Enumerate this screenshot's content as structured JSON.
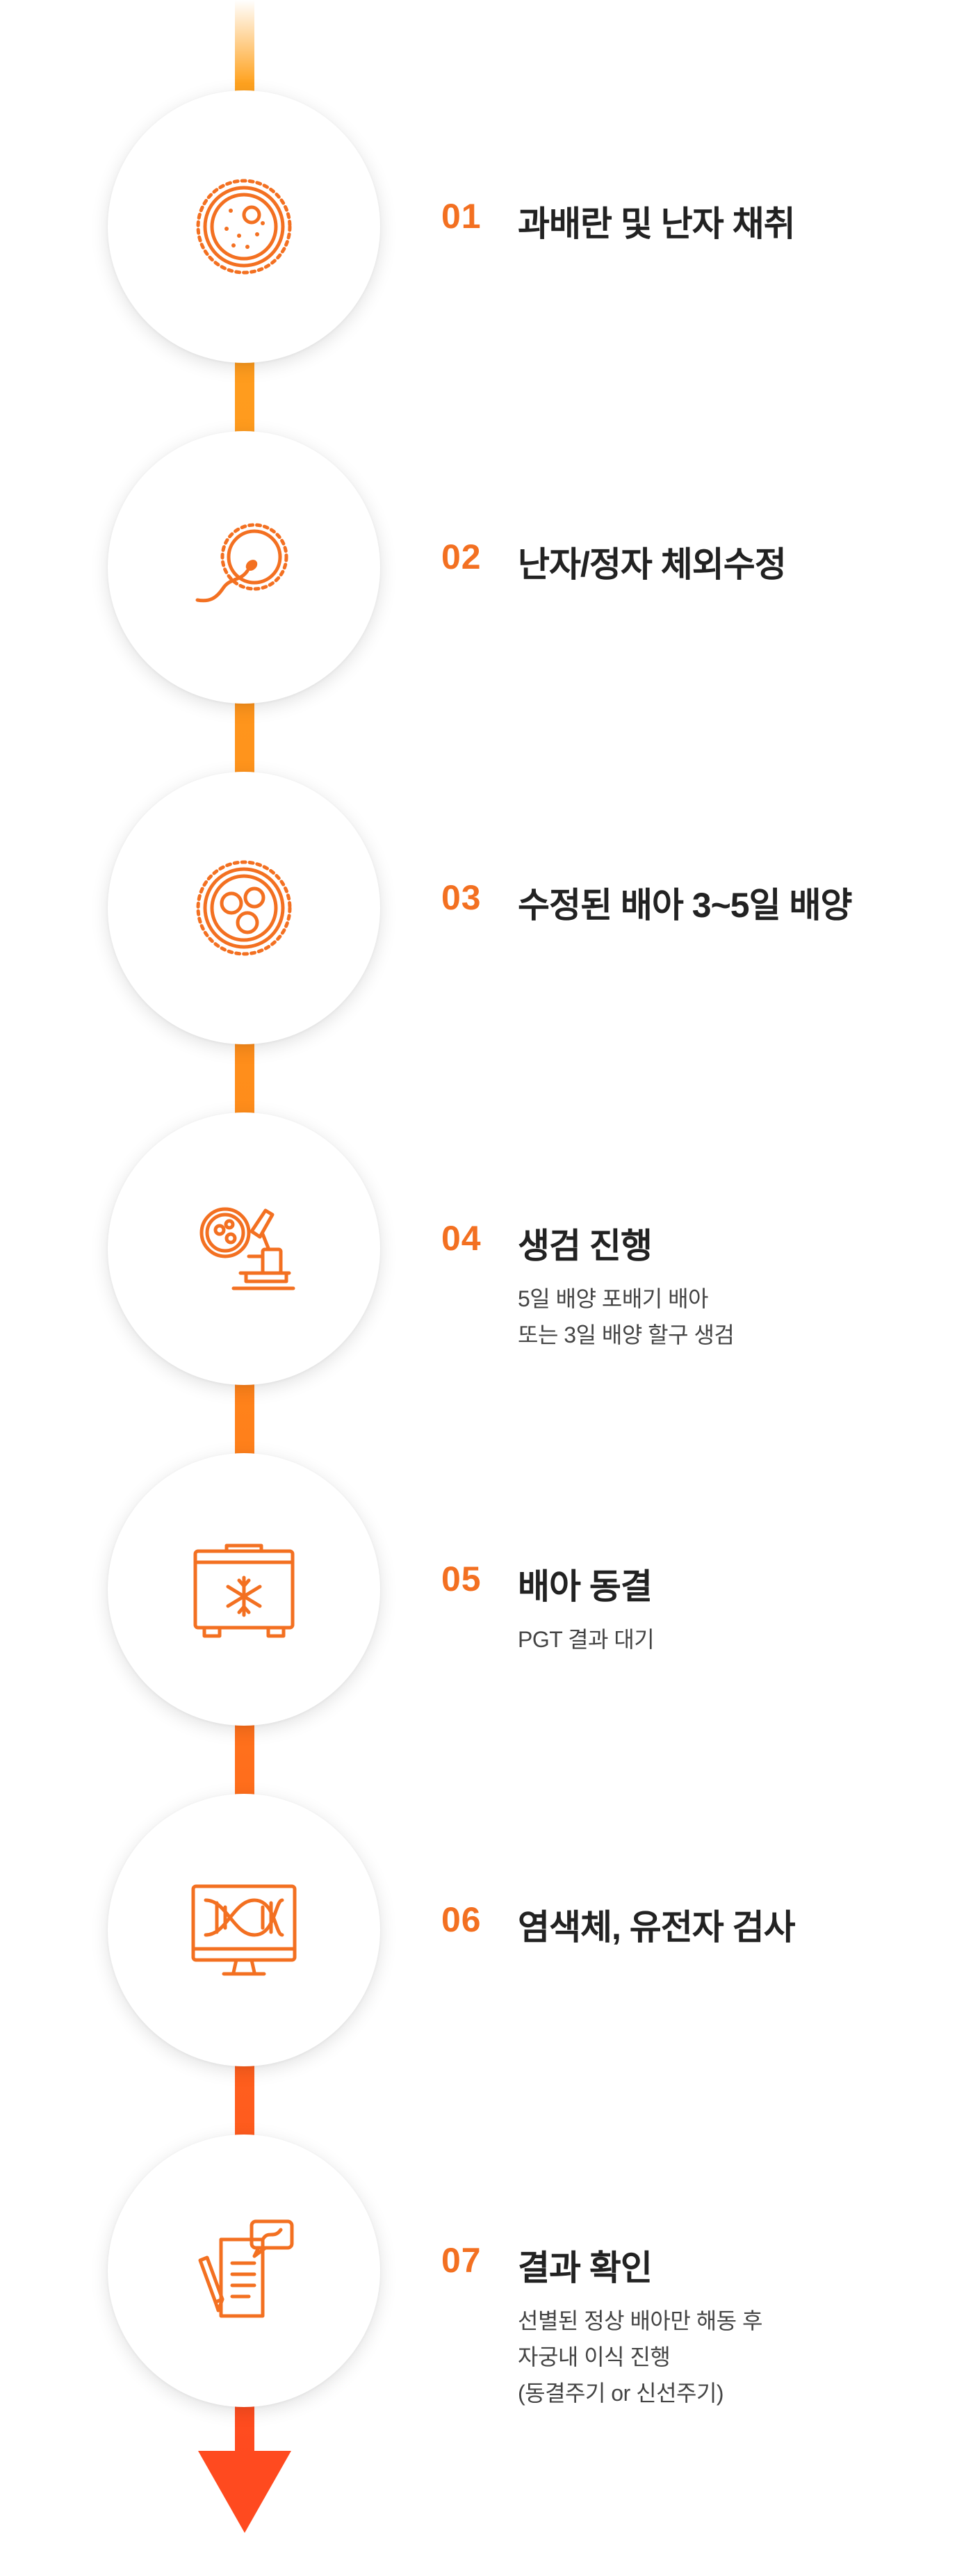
{
  "steps": [
    {
      "num": "01",
      "title": "과배란 및 난자 채취",
      "desc": [],
      "icon": "egg-cell-icon"
    },
    {
      "num": "02",
      "title": "난자/정자 체외수정",
      "desc": [],
      "icon": "sperm-egg-icon"
    },
    {
      "num": "03",
      "title": "수정된 배아 3~5일 배양",
      "desc": [],
      "icon": "embryo-cells-icon"
    },
    {
      "num": "04",
      "title": "생검 진행",
      "desc": [
        "5일 배양 포배기 배아",
        "또는 3일 배양 할구 생검"
      ],
      "icon": "microscope-icon"
    },
    {
      "num": "05",
      "title": "배아 동결",
      "desc": [
        "PGT 결과 대기"
      ],
      "icon": "freezer-icon"
    },
    {
      "num": "06",
      "title": "염색체, 유전자 검사",
      "desc": [],
      "icon": "dna-monitor-icon"
    },
    {
      "num": "07",
      "title": "결과 확인",
      "desc": [
        "선별된 정상 배아만 해동 후",
        "자궁내 이식 진행",
        "(동결주기 or 신선주기)"
      ],
      "icon": "report-document-icon"
    }
  ],
  "colors": {
    "accent": "#f37021",
    "line_top": "#ffa21f",
    "line_bottom": "#ff4a1f",
    "text": "#222222"
  }
}
